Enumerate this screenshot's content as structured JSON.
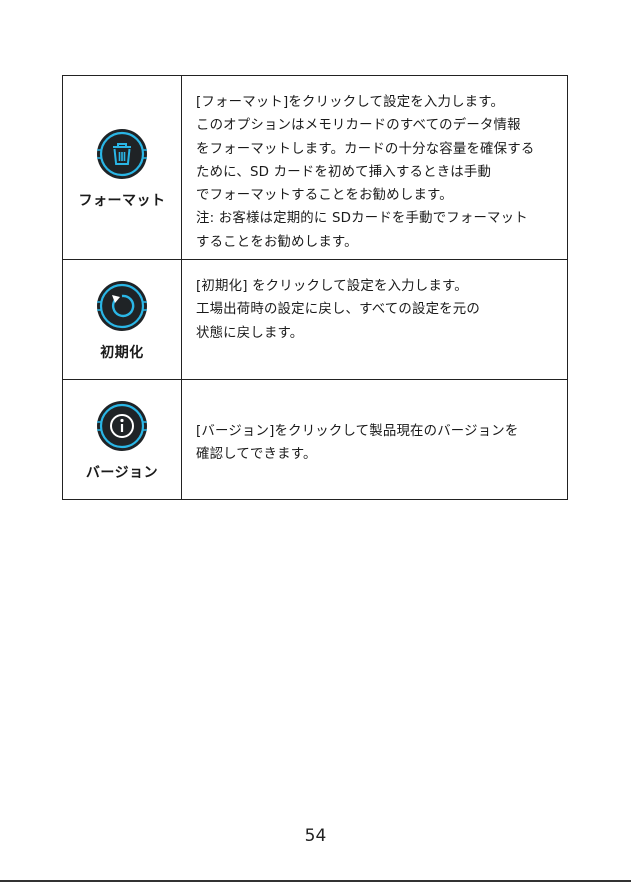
{
  "rows": [
    {
      "label": "フォーマット",
      "icon": "trash-icon",
      "lines": [
        "[フォーマット]をクリックして設定を入力します。",
        "このオプションはメモリカードのすべてのデータ情報",
        "をフォーマットします。カードの十分な容量を確保する",
        "ために、SD カードを初めて挿入するときは手動",
        "でフォーマットすることをお勧めします。",
        "注: お客様は定期的に SDカードを手動でフォーマット",
        "することをお勧めします。"
      ]
    },
    {
      "label": "初期化",
      "icon": "reset-icon",
      "lines": [
        "[初期化] をクリックして設定を入力します。",
        "工場出荷時の設定に戻し、すべての設定を元の",
        "状態に戻します。"
      ]
    },
    {
      "label": "バージョン",
      "icon": "info-icon",
      "lines": [
        "[バージョン]をクリックして製品現在のバージョンを",
        "確認してできます。"
      ]
    }
  ],
  "colors": {
    "icon_bg": "#1f2326",
    "icon_accent": "#2ab6e6"
  },
  "page_number": "54"
}
